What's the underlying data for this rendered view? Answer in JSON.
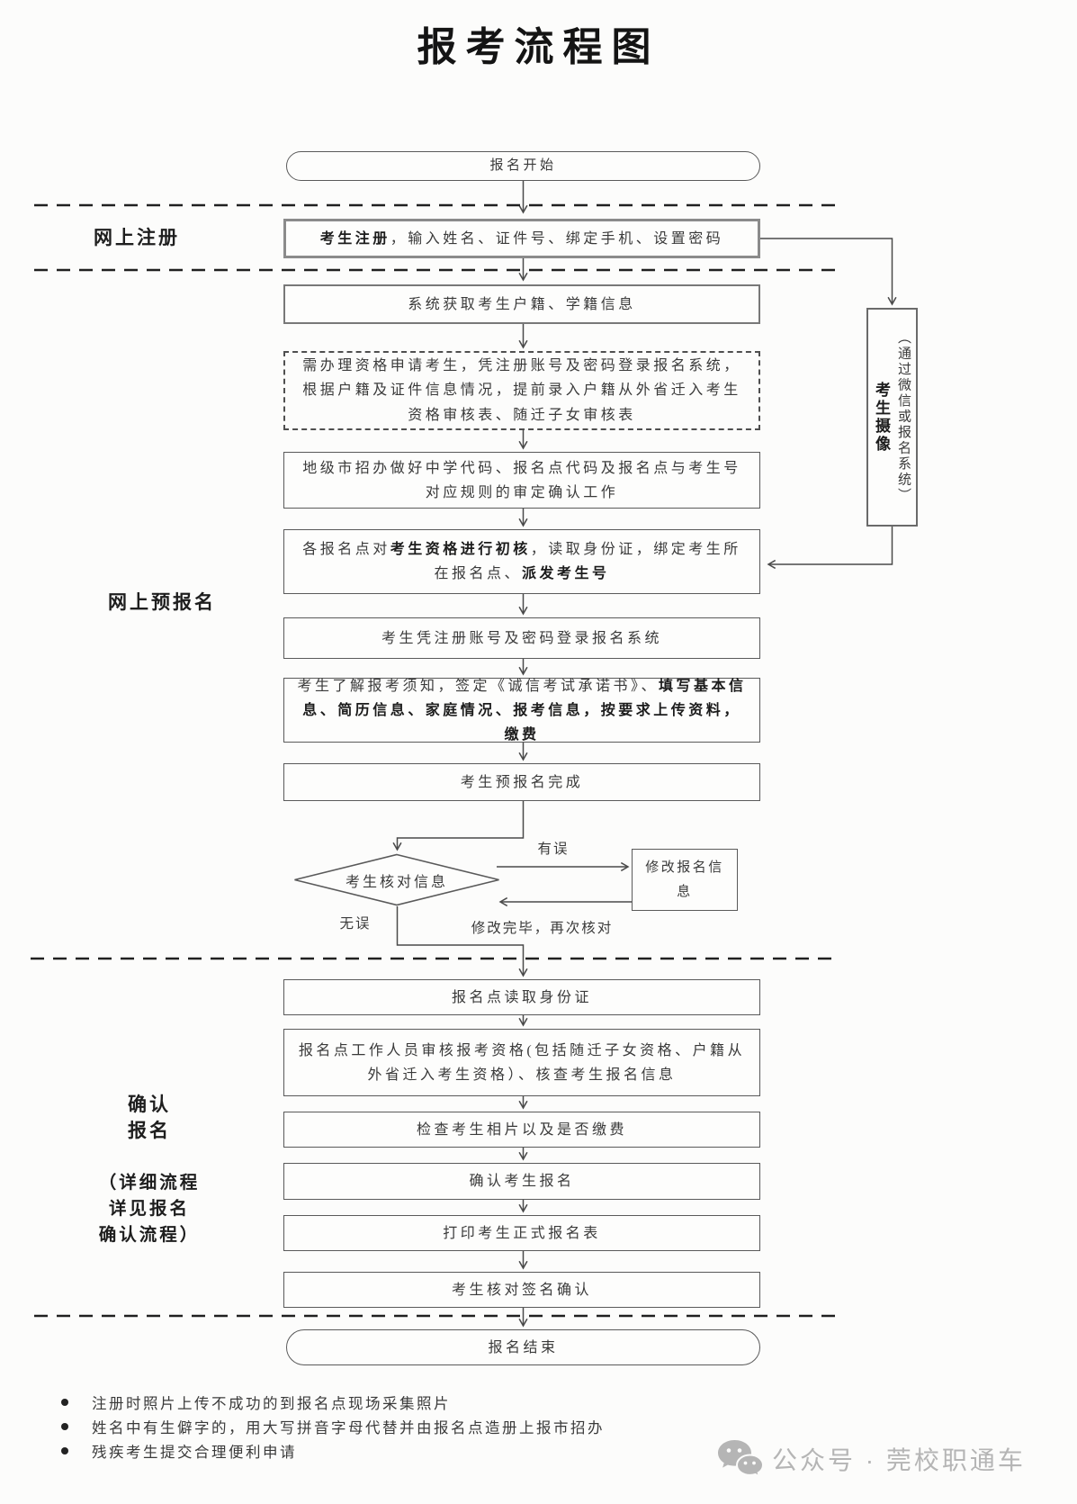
{
  "page": {
    "title": "报考流程图"
  },
  "sections": {
    "online_register": "网上注册",
    "online_preregister": "网上预报名",
    "confirm_register": "确认\n报名",
    "confirm_note": "（详细流程\n详见报名\n确认流程）"
  },
  "flow": {
    "start": "报名开始",
    "register": {
      "bold": "考生注册",
      "rest": "，输入姓名、证件号、绑定手机、设置密码"
    },
    "system_fetch": "系统获取考生户籍、学籍信息",
    "qualification": "需办理资格申请考生，凭注册账号及密码登录报名系统，根据户籍及证件信息情况，提前录入户籍从外省迁入考生资格审核表、随迁子女审核表",
    "city_office": "地级市招办做好中学代码、报名点代码及报名点与考生号对应规则的审定确认工作",
    "site_initial_check": {
      "pre": "各报名点对",
      "bold1": "考生资格进行初核",
      "mid": "，读取身份证，绑定考生所在报名点、",
      "bold2": "派发考生号"
    },
    "login": "考生凭注册账号及密码登录报名系统",
    "fill_info": {
      "pre": "考生了解报考须知，签定《诚信考试承诺书》、",
      "bold": "填写基本信息、简历信息、家庭情况、报考信息，按要求上传资料，缴费"
    },
    "preregister_done": "考生预报名完成",
    "check_info": "考生核对信息",
    "modify_info": "修改报名信息",
    "camera": {
      "bold": "考生摄像",
      "note": "（通过微信或报名系统）"
    },
    "read_id": "报名点读取身份证",
    "staff_review": "报名点工作人员审核报考资格(包括随迁子女资格、户籍从外省迁入考生资格）、核查考生报名信息",
    "check_photo": "检查考生相片以及是否缴费",
    "confirm_registration": "确认考生报名",
    "print_form": "打印考生正式报名表",
    "sign_confirm": "考生核对签名确认",
    "end": "报名结束"
  },
  "edges": {
    "error": "有误",
    "ok": "无误",
    "recheck": "修改完毕，再次核对"
  },
  "notes": [
    "注册时照片上传不成功的到报名点现场采集照片",
    "姓名中有生僻字的，用大写拼音字母代替并由报名点造册上报市招办",
    "残疾考生提交合理便利申请"
  ],
  "watermark": {
    "icon": "wechat-icon",
    "label": "公众号 · 莞校职通车"
  },
  "colors": {
    "line": "#4a4a4a",
    "box_border": "#5a5a5a",
    "text": "#3a3a3a",
    "watermark": "#b5b5b5"
  }
}
